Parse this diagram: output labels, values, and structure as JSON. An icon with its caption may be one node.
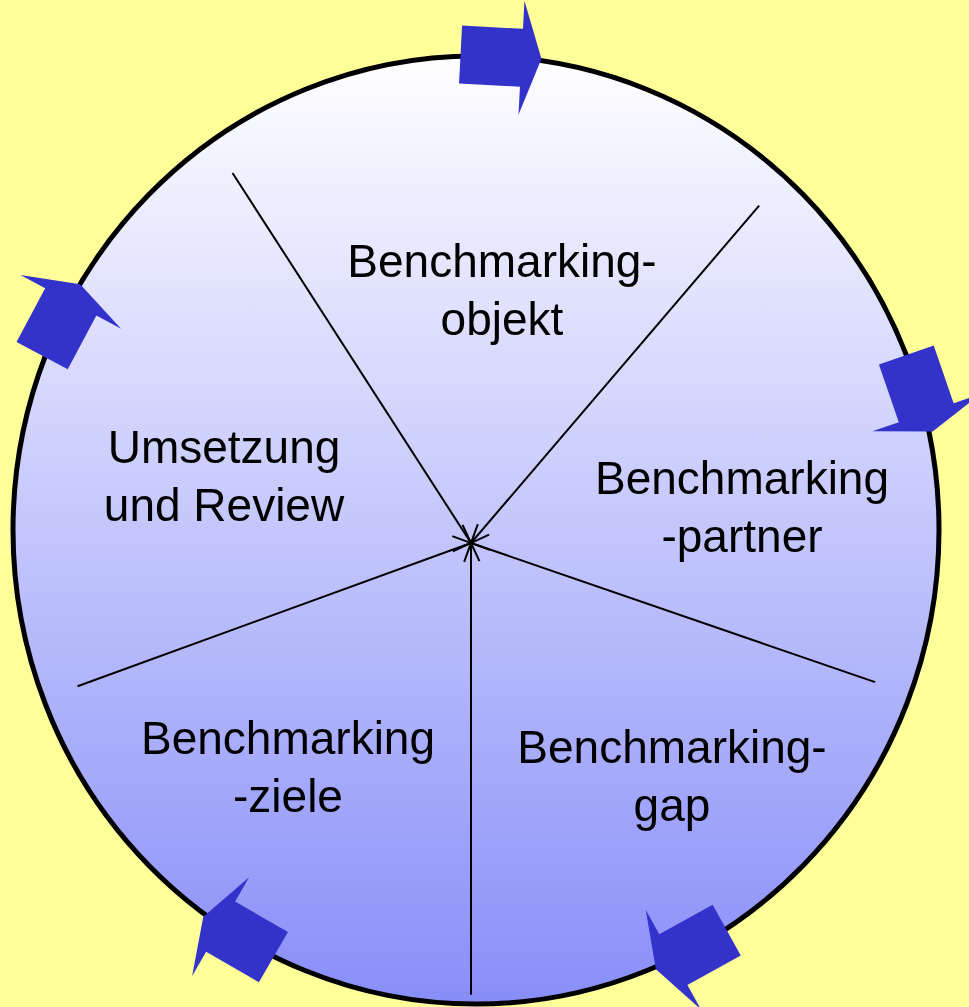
{
  "diagram": {
    "nodes": [
      {
        "text": [
          "Benchmarking- objekt"
        ]
      },
      {
        "text": [
          "Benchmarking -partner"
        ]
      },
      {
        "text": [
          "Benchmarking- gap"
        ]
      },
      {
        "text": [
          "Benchmarking -ziele"
        ]
      },
      {
        "text": [
          "Umsetzung und Review"
        ]
      }
    ]
  }
}
